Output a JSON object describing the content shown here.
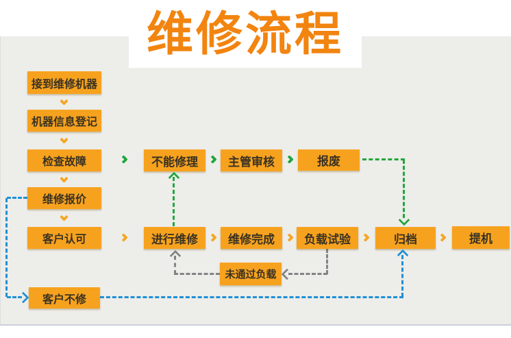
{
  "title": "维修流程",
  "nodes": {
    "receive_machine": "接到维修机器",
    "register_info": "机器信息登记",
    "check_fault": "检查故障",
    "repair_quote": "维修报价",
    "customer_approve": "客户认可",
    "customer_decline": "客户不修",
    "cannot_repair": "不能修理",
    "supervisor_review": "主管审核",
    "scrap": "报废",
    "do_repair": "进行维修",
    "repair_done": "维修完成",
    "load_test": "负载试验",
    "archive": "归档",
    "pickup": "提机",
    "load_fail": "未通过负载"
  },
  "colors": {
    "node_fill": "#F7A21E",
    "title_orange": "#F28410",
    "chevron_orange": "#F5A623",
    "green_connector": "#21A63C",
    "gray_connector": "#838383",
    "blue_connector": "#1F8FD6",
    "panel_background": "#EDEDEA",
    "node_text": "#3A3222"
  }
}
